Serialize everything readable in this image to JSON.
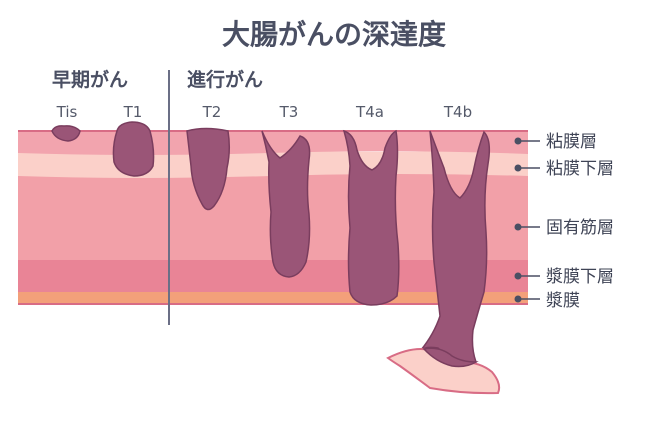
{
  "title": "大腸がんの深達度",
  "groups": {
    "early": "早期がん",
    "advanced": "進行がん"
  },
  "stages": [
    "Tis",
    "T1",
    "T2",
    "T3",
    "T4a",
    "T4b"
  ],
  "layers": [
    "粘膜層",
    "粘膜下層",
    "固有筋層",
    "漿膜下層",
    "漿膜"
  ],
  "colors": {
    "mucosa": "#f2a4ae",
    "submucosa": "#fbd0c9",
    "muscle": "#f2a0a8",
    "subserosa": "#e98496",
    "serosa": "#f3a07a",
    "tumor": "#9a5577",
    "tumor_outline": "#7a3d5e",
    "outline": "#d86c85",
    "divider": "#6b6f86",
    "leader": "#4a4f63"
  }
}
